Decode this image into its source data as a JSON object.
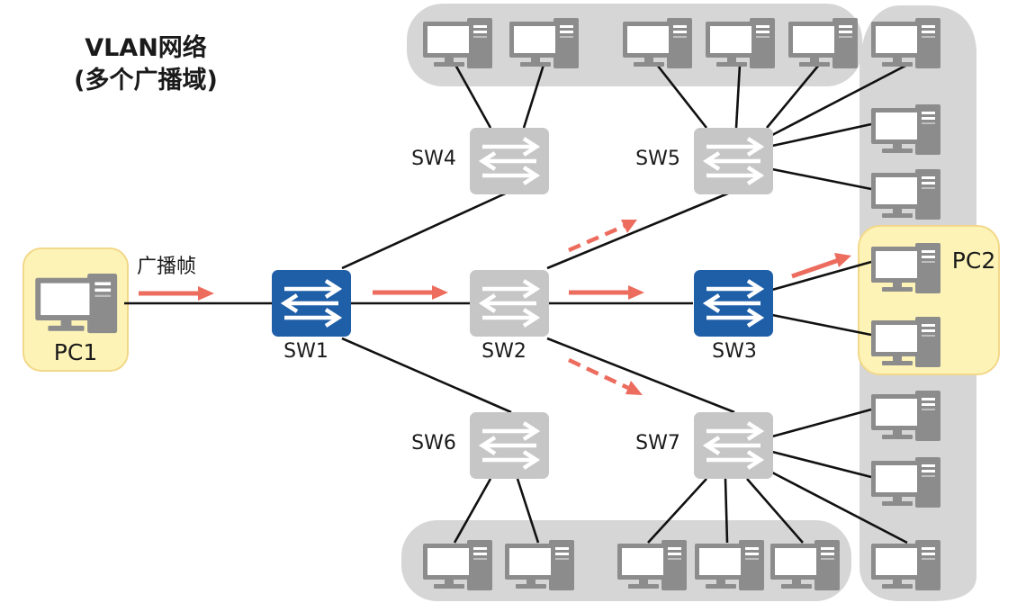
{
  "title": {
    "line1": "VLAN网络",
    "line2": "(多个广播域)"
  },
  "frame_label": "广播帧",
  "colors": {
    "domain_gray": "#d6d6d6",
    "highlight_yellow": "#fdf3b6",
    "highlight_border": "#f2d88a",
    "active_switch": "#1f5fa8",
    "idle_switch": "#c6c6c6",
    "arrow": "#ec6c5e",
    "pc_gray": "#8c8c8c"
  },
  "switches": [
    {
      "id": "sw1",
      "label": "SW1",
      "active": true
    },
    {
      "id": "sw2",
      "label": "SW2",
      "active": false
    },
    {
      "id": "sw3",
      "label": "SW3",
      "active": true
    },
    {
      "id": "sw4",
      "label": "SW4",
      "active": false
    },
    {
      "id": "sw5",
      "label": "SW5",
      "active": false
    },
    {
      "id": "sw6",
      "label": "SW6",
      "active": false
    },
    {
      "id": "sw7",
      "label": "SW7",
      "active": false
    }
  ],
  "pcs": {
    "pc1_label": "PC1",
    "pc2_label": "PC2"
  }
}
